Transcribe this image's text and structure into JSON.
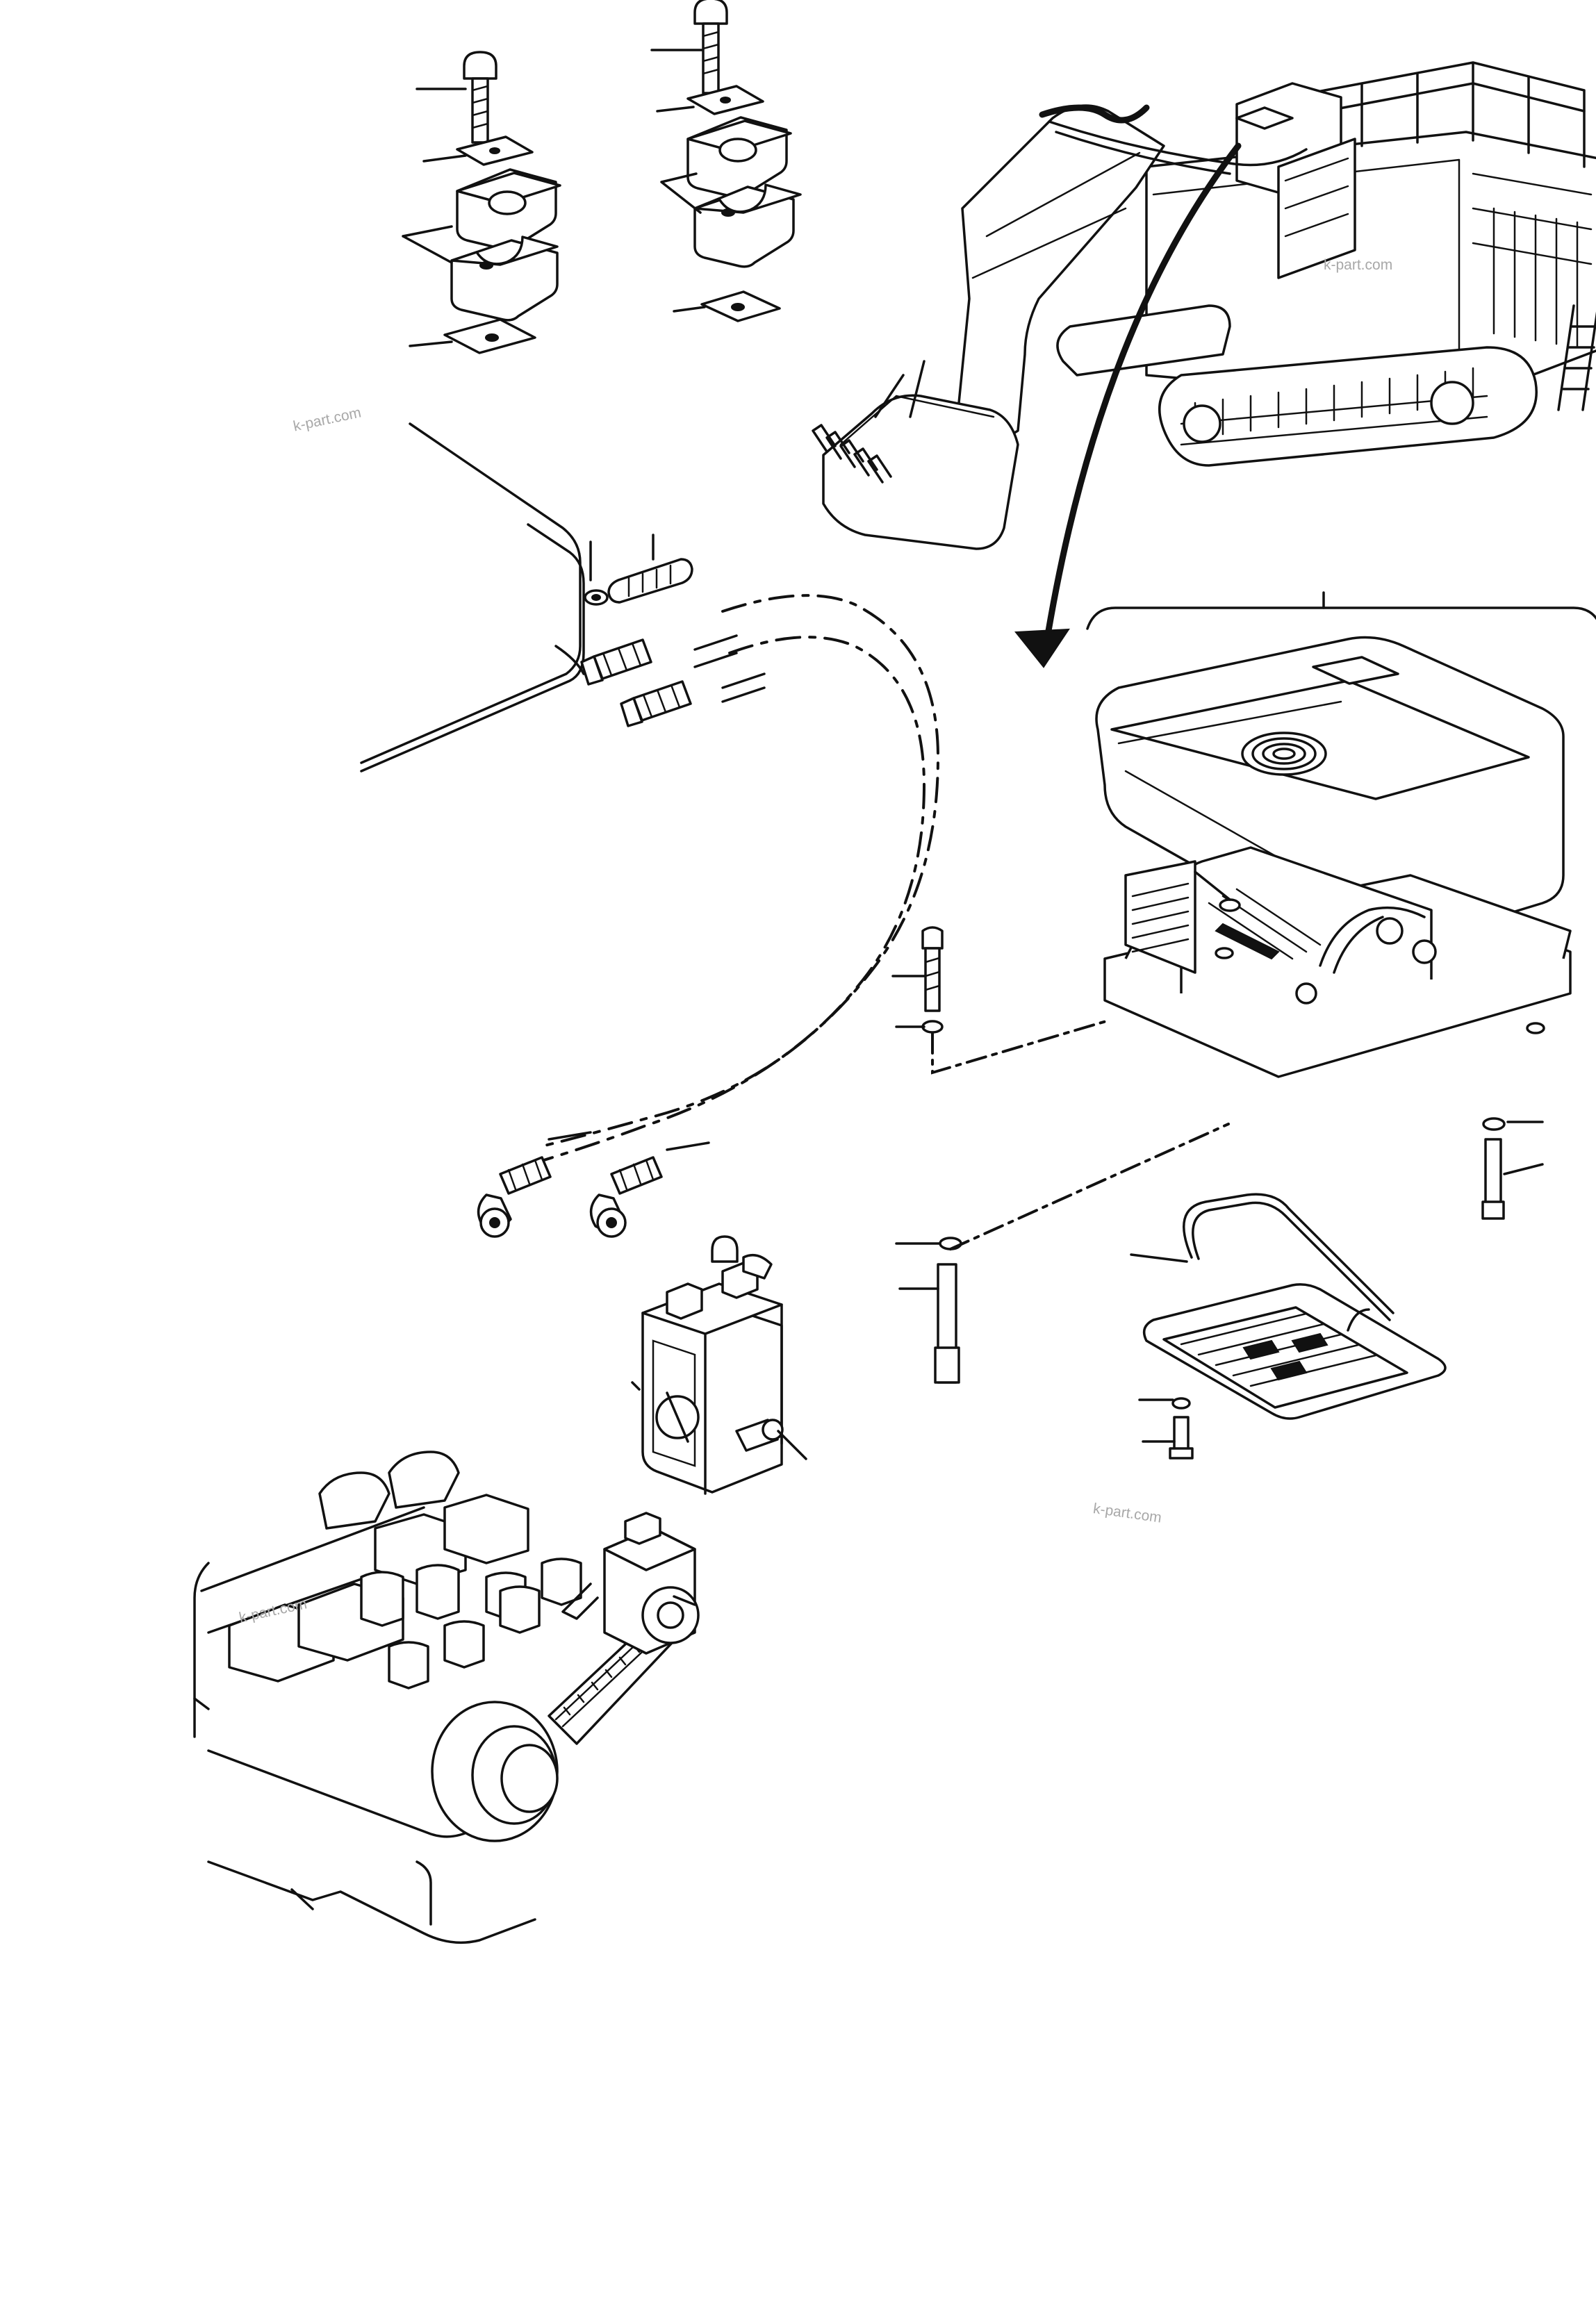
{
  "watermark": {
    "text": "k-part.com",
    "color": "#a8a8a8"
  },
  "illustration": {
    "line_color": "#111111",
    "background": "#ffffff",
    "parts": [
      "pipe-clamp-assembly-left",
      "pipe-clamp-assembly-right",
      "hydraulic-excavator",
      "direction-arrow",
      "cab-roof",
      "hose-fittings",
      "refrigerant-hoses",
      "air-conditioner-unit",
      "mounting-bolts",
      "seal-frame",
      "grille",
      "compressor",
      "engine-with-belt-drive"
    ]
  }
}
